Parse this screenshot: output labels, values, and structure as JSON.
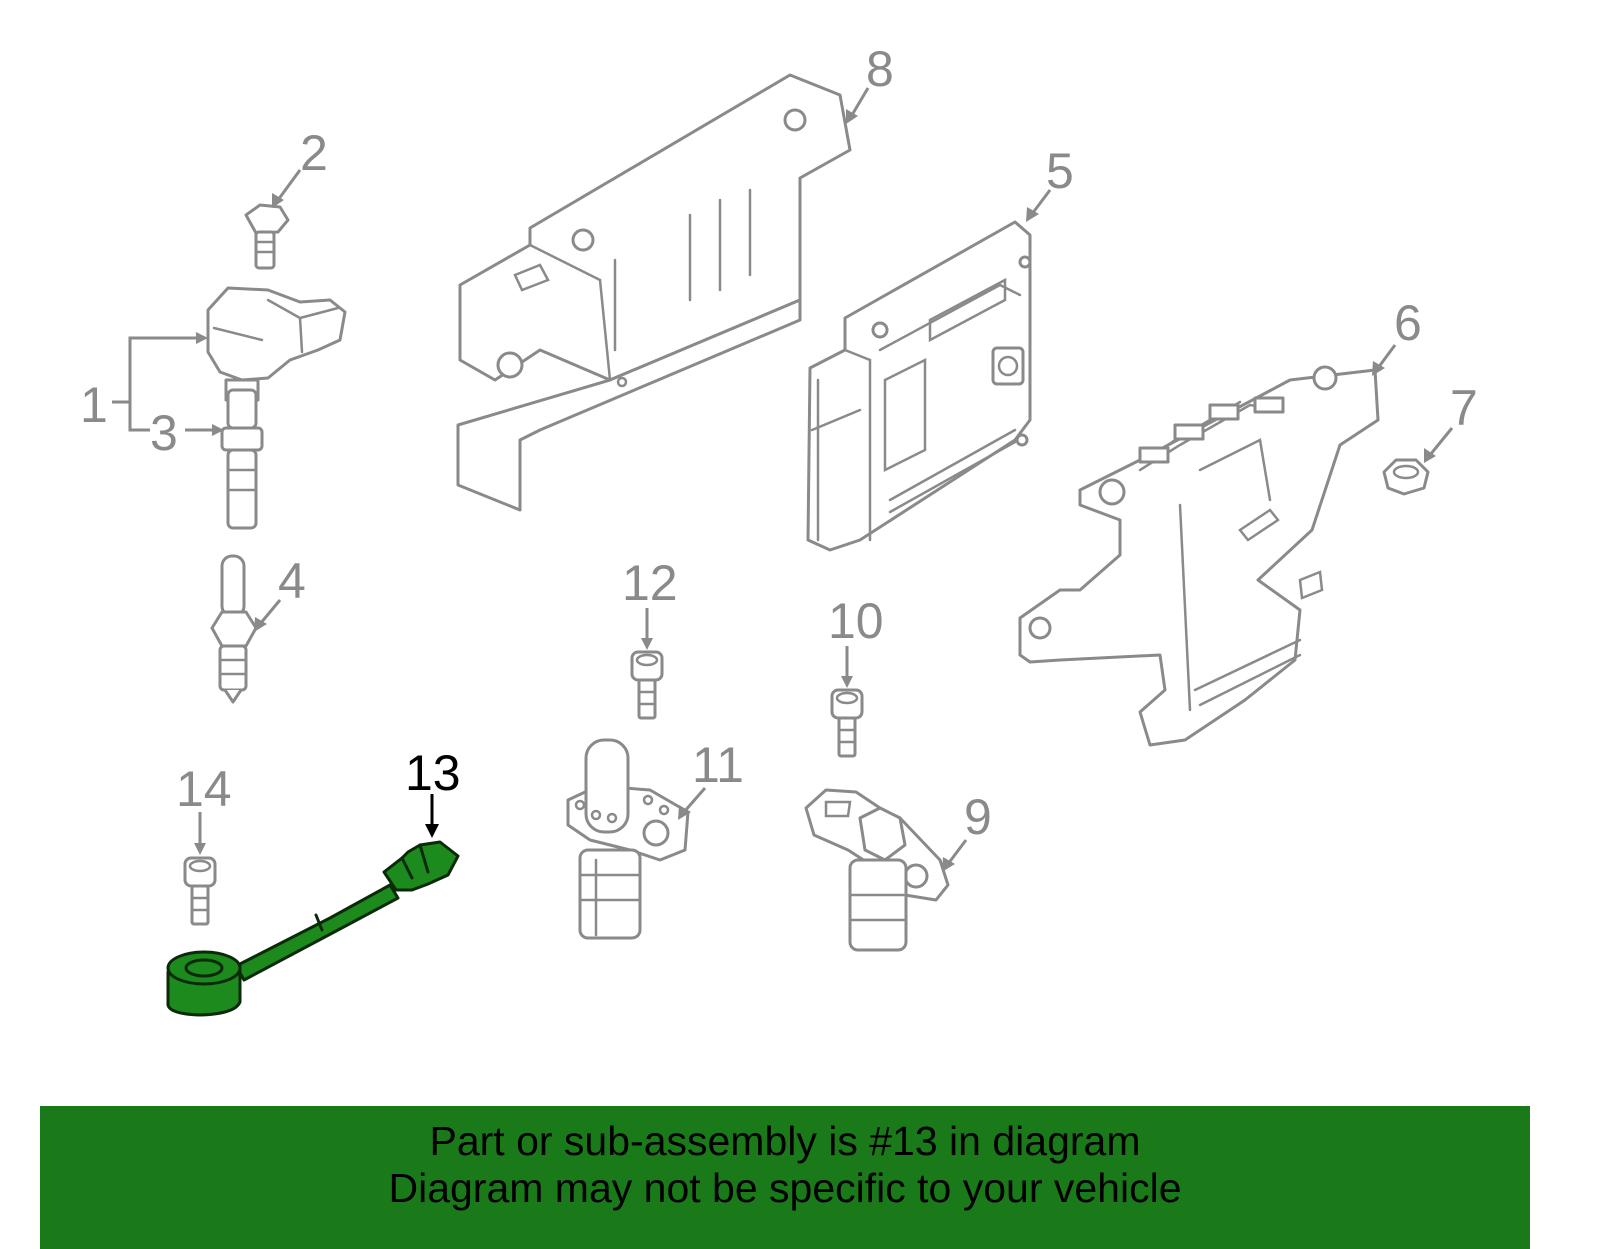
{
  "diagram": {
    "highlighted_part": "13",
    "callouts": [
      "1",
      "2",
      "3",
      "4",
      "5",
      "6",
      "7",
      "8",
      "9",
      "10",
      "11",
      "12",
      "13",
      "14"
    ],
    "colors": {
      "highlight_fill": "#1c8a1c",
      "part_stroke": "#8a8a8a",
      "banner_bg": "#1a7a1a"
    }
  },
  "footer": {
    "line1": "Part or sub-assembly is #13 in diagram",
    "line2": "Diagram may not be specific to your vehicle"
  }
}
